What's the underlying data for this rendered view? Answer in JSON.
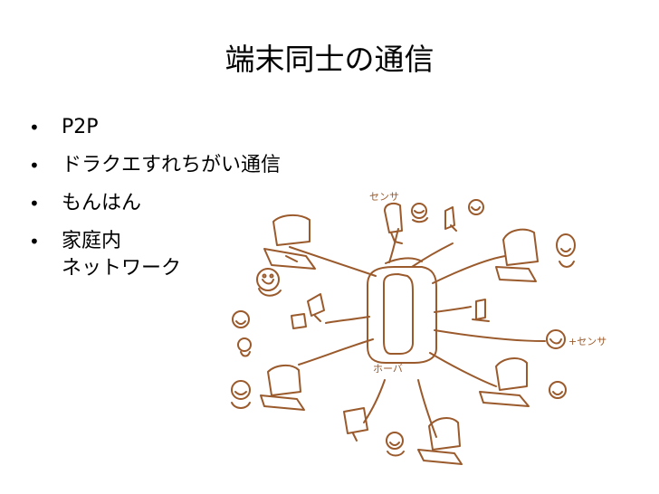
{
  "slide": {
    "title": "端末同士の通信",
    "bullets": [
      {
        "marker": "•",
        "lines": [
          "P2P"
        ]
      },
      {
        "marker": "•",
        "lines": [
          "ドラクエすれちがい通信"
        ]
      },
      {
        "marker": "•",
        "lines": [
          "もんはん"
        ]
      },
      {
        "marker": "•",
        "lines": [
          "家庭内",
          "ネットワーク"
        ]
      }
    ]
  },
  "sketch": {
    "hub_label": "ホーバ",
    "sensor_label_top": "センサ",
    "sensor_label_right": "+センサ",
    "ink_color": "#9a5a2c"
  }
}
